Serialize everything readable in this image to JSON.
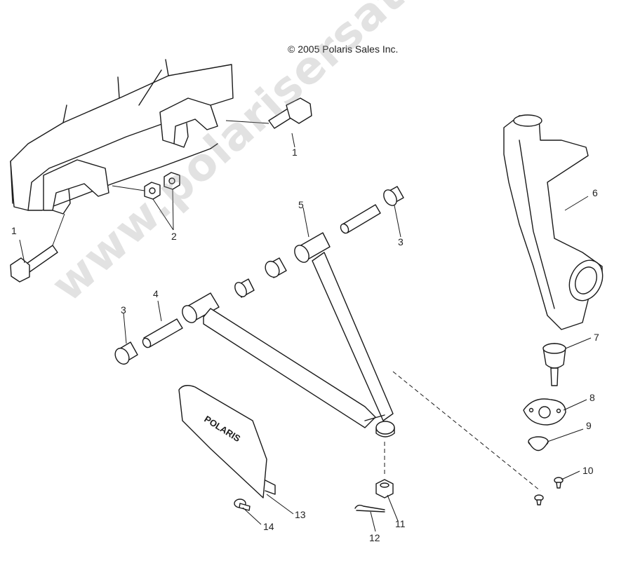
{
  "copyright": "© 2005 Polaris Sales Inc.",
  "watermark": "www.polarisersatzteile.de",
  "guard_logo": "POLARIS",
  "callouts": {
    "c1a": "1",
    "c1b": "1",
    "c2": "2",
    "c3a": "3",
    "c3b": "3",
    "c4": "4",
    "c5": "5",
    "c6": "6",
    "c7": "7",
    "c8": "8",
    "c9": "9",
    "c10": "10",
    "c11": "11",
    "c12": "12",
    "c13": "13",
    "c14": "14"
  }
}
